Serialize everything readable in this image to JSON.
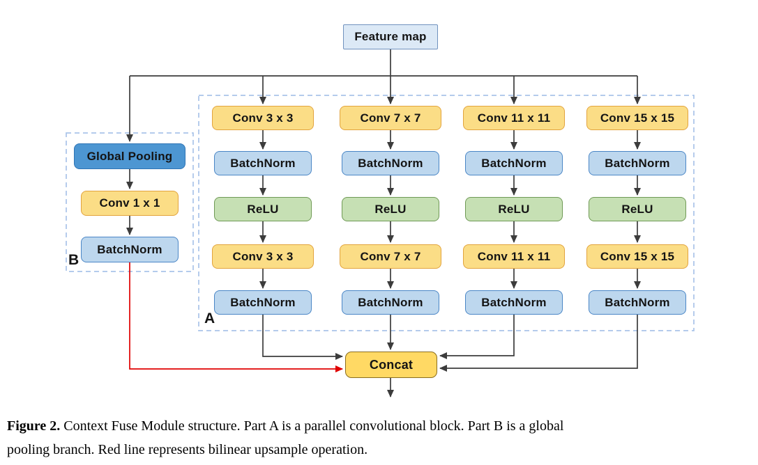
{
  "diagram": {
    "feature_map_label": "Feature map",
    "concat_label": "Concat",
    "part_a_label": "A",
    "part_b_label": "B",
    "branch_b_nodes": [
      "Global Pooling",
      "Conv 1 x 1",
      "BatchNorm"
    ],
    "columns": [
      {
        "nodes": [
          "Conv 3 x 3",
          "BatchNorm",
          "ReLU",
          "Conv 3 x 3",
          "BatchNorm"
        ]
      },
      {
        "nodes": [
          "Conv 7 x 7",
          "BatchNorm",
          "ReLU",
          "Conv 7 x 7",
          "BatchNorm"
        ]
      },
      {
        "nodes": [
          "Conv 11 x 11",
          "BatchNorm",
          "ReLU",
          "Conv 11 x 11",
          "BatchNorm"
        ]
      },
      {
        "nodes": [
          "Conv 15 x 15",
          "BatchNorm",
          "ReLU",
          "Conv 15 x 15",
          "BatchNorm"
        ]
      }
    ],
    "colors": {
      "feature_map_fill": "#DCE9F6",
      "feature_map_border": "#7091BE",
      "conv_fill": "#FBDD86",
      "conv_border": "#E2A33D",
      "batchnorm_fill": "#BDD7EE",
      "batchnorm_border": "#4A86C6",
      "relu_fill": "#C6E0B4",
      "relu_border": "#6F9955",
      "pooling_fill": "#4D96D2",
      "pooling_border": "#2E74B5",
      "concat_fill": "#FFD964",
      "concat_border": "#8A6D1E",
      "wire": "#3C3C3C",
      "upsample_wire_red": "#E00000",
      "dashed_boundary": "#A9C4E9"
    }
  },
  "caption": {
    "label": "Figure 2.",
    "line1_rest": " Context Fuse Module structure. Part A is a parallel convolutional block. Part B is a global",
    "line2": "pooling branch. Red line represents bilinear upsample operation."
  }
}
